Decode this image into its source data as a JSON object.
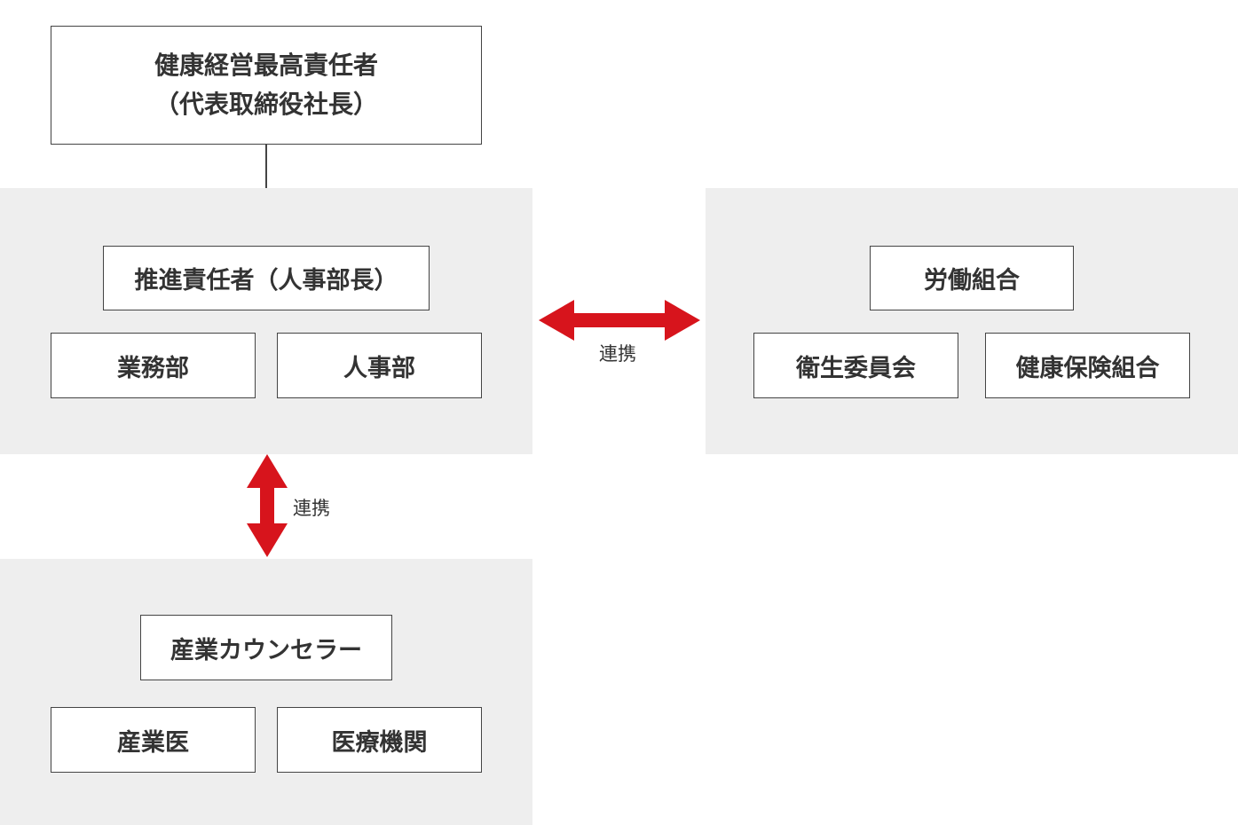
{
  "ceo": {
    "line1": "健康経営最高責任者",
    "line2": "（代表取締役社長）"
  },
  "promotion_group": {
    "leader": "推進責任者（人事部長）",
    "departments": [
      "業務部",
      "人事部"
    ]
  },
  "partner_group": {
    "head": "労働組合",
    "members": [
      "衛生委員会",
      "健康保険組合"
    ]
  },
  "medical_group": {
    "head": "産業カウンセラー",
    "members": [
      "産業医",
      "医療機関"
    ]
  },
  "links": {
    "horizontal": "連携",
    "vertical": "連携"
  },
  "colors": {
    "arrow": "#d7141c",
    "panel": "#eeeeee",
    "border": "#444444"
  },
  "icons": {
    "horizontal": "double-arrow-horizontal-icon",
    "vertical": "double-arrow-vertical-icon"
  }
}
